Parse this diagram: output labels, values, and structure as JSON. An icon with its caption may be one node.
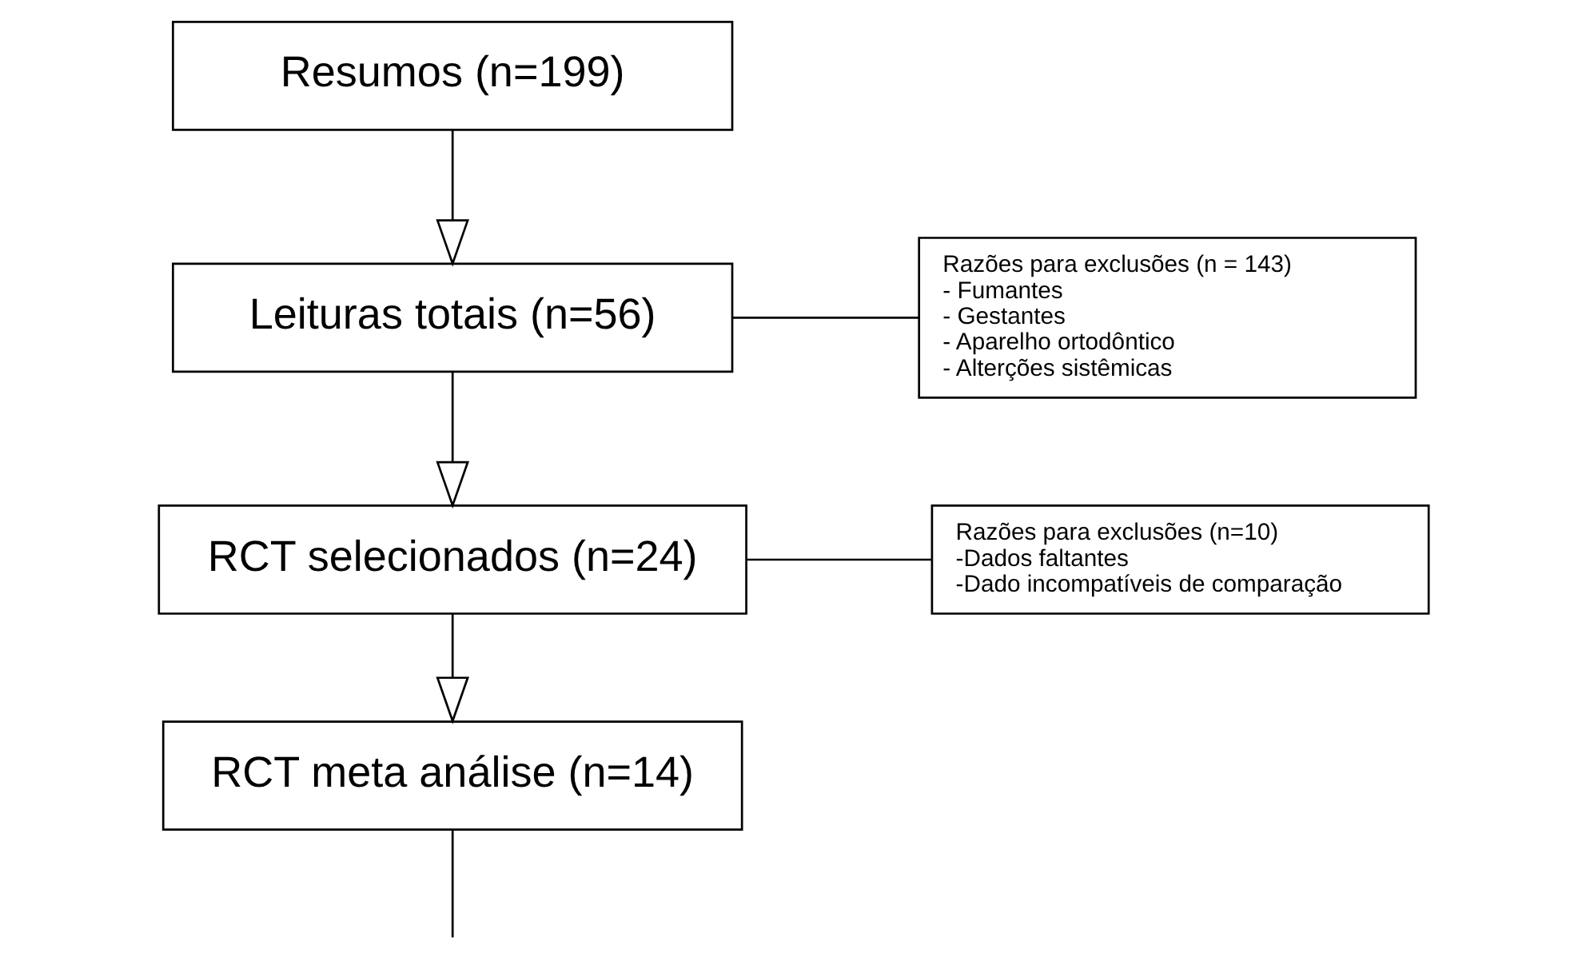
{
  "diagram": {
    "nodes": [
      {
        "text": [
          "Resumos (n=199)"
        ]
      },
      {
        "text": [
          "Leituras totais (n=56)"
        ]
      },
      {
        "text": [
          "RCT selecionados (n=24)"
        ]
      },
      {
        "text": [
          "RCT meta análise (n=14)"
        ]
      },
      {
        "text": [
          "Razões para exclusões (n = 143)",
          "- Fumantes",
          "- Gestantes",
          "- Aparelho ortodôntico",
          "- Alterções sistêmicas"
        ]
      },
      {
        "text": [
          "Razões para exclusões (n=10)",
          "-Dados faltantes",
          "-Dado incompatíveis de comparação"
        ]
      }
    ],
    "edges": [
      {
        "from": 0,
        "to": 1,
        "arrow": "to"
      },
      {
        "from": 1,
        "to": 2,
        "arrow": "to"
      },
      {
        "from": 2,
        "to": 3,
        "arrow": "to"
      },
      {
        "from": 1,
        "to": 4,
        "arrow": "none"
      },
      {
        "from": 2,
        "to": 5,
        "arrow": "none"
      },
      {
        "from": 3,
        "to": null,
        "arrow": "none"
      }
    ]
  }
}
